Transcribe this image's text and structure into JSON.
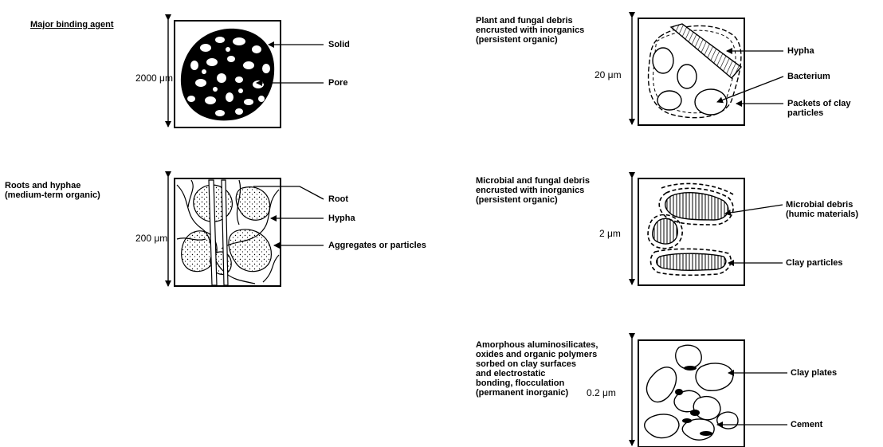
{
  "heading": "Major binding agent",
  "panels": [
    {
      "agent": "",
      "scale": "2000 μm",
      "labels": [
        "Solid",
        "Pore"
      ]
    },
    {
      "agent": "Roots and hyphae\n(medium-term organic)",
      "scale": "200 μm",
      "labels": [
        "Root",
        "Hypha",
        "Aggregates or particles"
      ]
    },
    {
      "agent": "Plant and fungal debris\nencrusted with inorganics\n(persistent organic)",
      "scale": "20 μm",
      "labels": [
        "Hypha",
        "Bacterium",
        "Packets of clay\nparticles"
      ]
    },
    {
      "agent": "Microbial and fungal debris\nencrusted with inorganics\n(persistent organic)",
      "scale": "2 μm",
      "labels": [
        "Microbial debris\n(humic materials)",
        "Clay particles"
      ]
    },
    {
      "agent": "Amorphous aluminosilicates,\noxides and organic polymers\nsorbed on clay surfaces\nand electrostatic\nbonding, flocculation\n(permanent inorganic)",
      "scale": "0.2 μm",
      "labels": [
        "Clay plates",
        "Cement"
      ]
    }
  ]
}
